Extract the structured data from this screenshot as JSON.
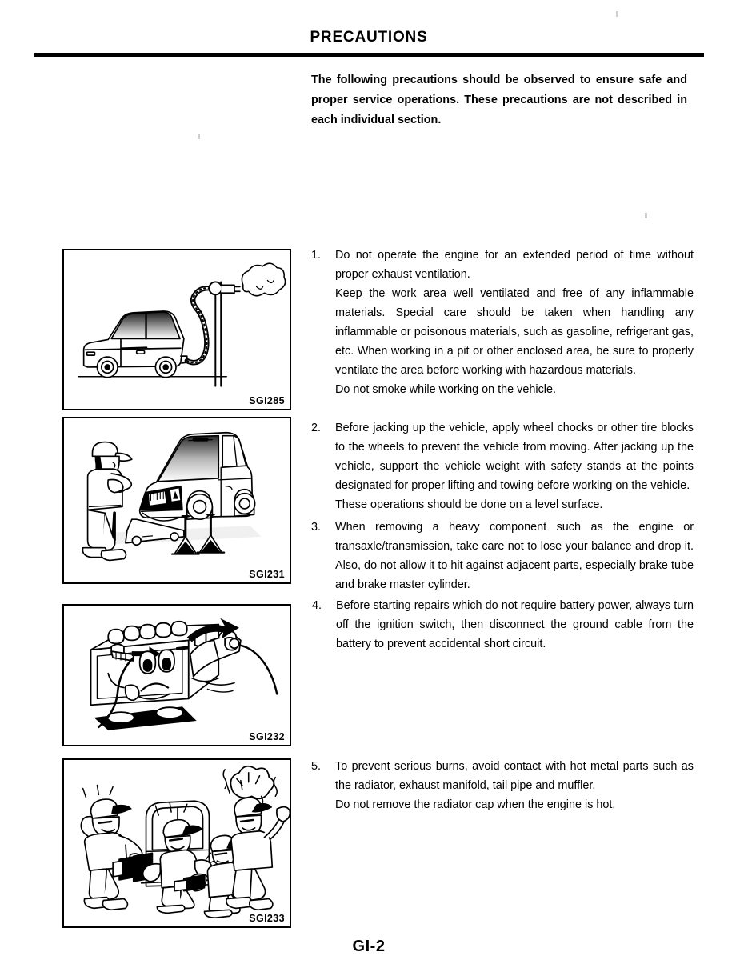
{
  "document": {
    "title": "PRECAUTIONS",
    "page_number": "GI-2"
  },
  "intro": "The following precautions should be observed to ensure safe and proper service operations. These precautions are not described in each individual section.",
  "precautions": [
    {
      "number": "1.",
      "paragraphs": [
        "Do not operate the engine for an extended period of time without proper exhaust ventilation.",
        "Keep the work area well ventilated and free of any inflammable materials. Special care should be taken when handling any inflammable or poisonous materials, such as gasoline, refrigerant gas, etc. When working in a pit or other enclosed area, be sure to properly ventilate the area before working with hazardous materials.",
        "Do not smoke while working on the vehicle."
      ]
    },
    {
      "number": "2.",
      "paragraphs": [
        "Before jacking up the vehicle, apply wheel chocks or other tire blocks to the wheels to prevent the vehicle from moving. After jacking up the vehicle, support the vehicle weight with safety stands at the points designated for proper lifting and towing before working on the vehicle.",
        "These operations should be done on a level surface."
      ]
    },
    {
      "number": "3.",
      "paragraphs": [
        "When removing a heavy component such as the engine or transaxle/transmission, take care not to lose your balance and drop it. Also, do not allow it to hit against adjacent parts, especially brake tube and brake master cylinder."
      ]
    },
    {
      "number": "4.",
      "paragraphs": [
        "Before starting repairs which do not require battery power, always turn off the ignition switch, then disconnect the ground cable from the battery to prevent accidental short circuit."
      ]
    },
    {
      "number": "5.",
      "paragraphs": [
        "To prevent serious burns, avoid contact with hot metal parts such as the radiator, exhaust manifold, tail pipe and muffler.",
        "Do not remove the radiator cap when the engine is hot."
      ]
    }
  ],
  "figures": [
    {
      "caption": "SGI285",
      "alt": "Car connected to an exhaust extraction hose venting fumes through a wall"
    },
    {
      "caption": "SGI231",
      "alt": "Mechanic raising a car with a floor jack supported on two safety stands"
    },
    {
      "caption": "SGI232",
      "alt": "Cartoon battery with a face while the ground cable terminal is disconnected"
    },
    {
      "caption": "SGI233",
      "alt": "Cartoon mechanics startled by hot engine parts and escaping steam"
    }
  ]
}
